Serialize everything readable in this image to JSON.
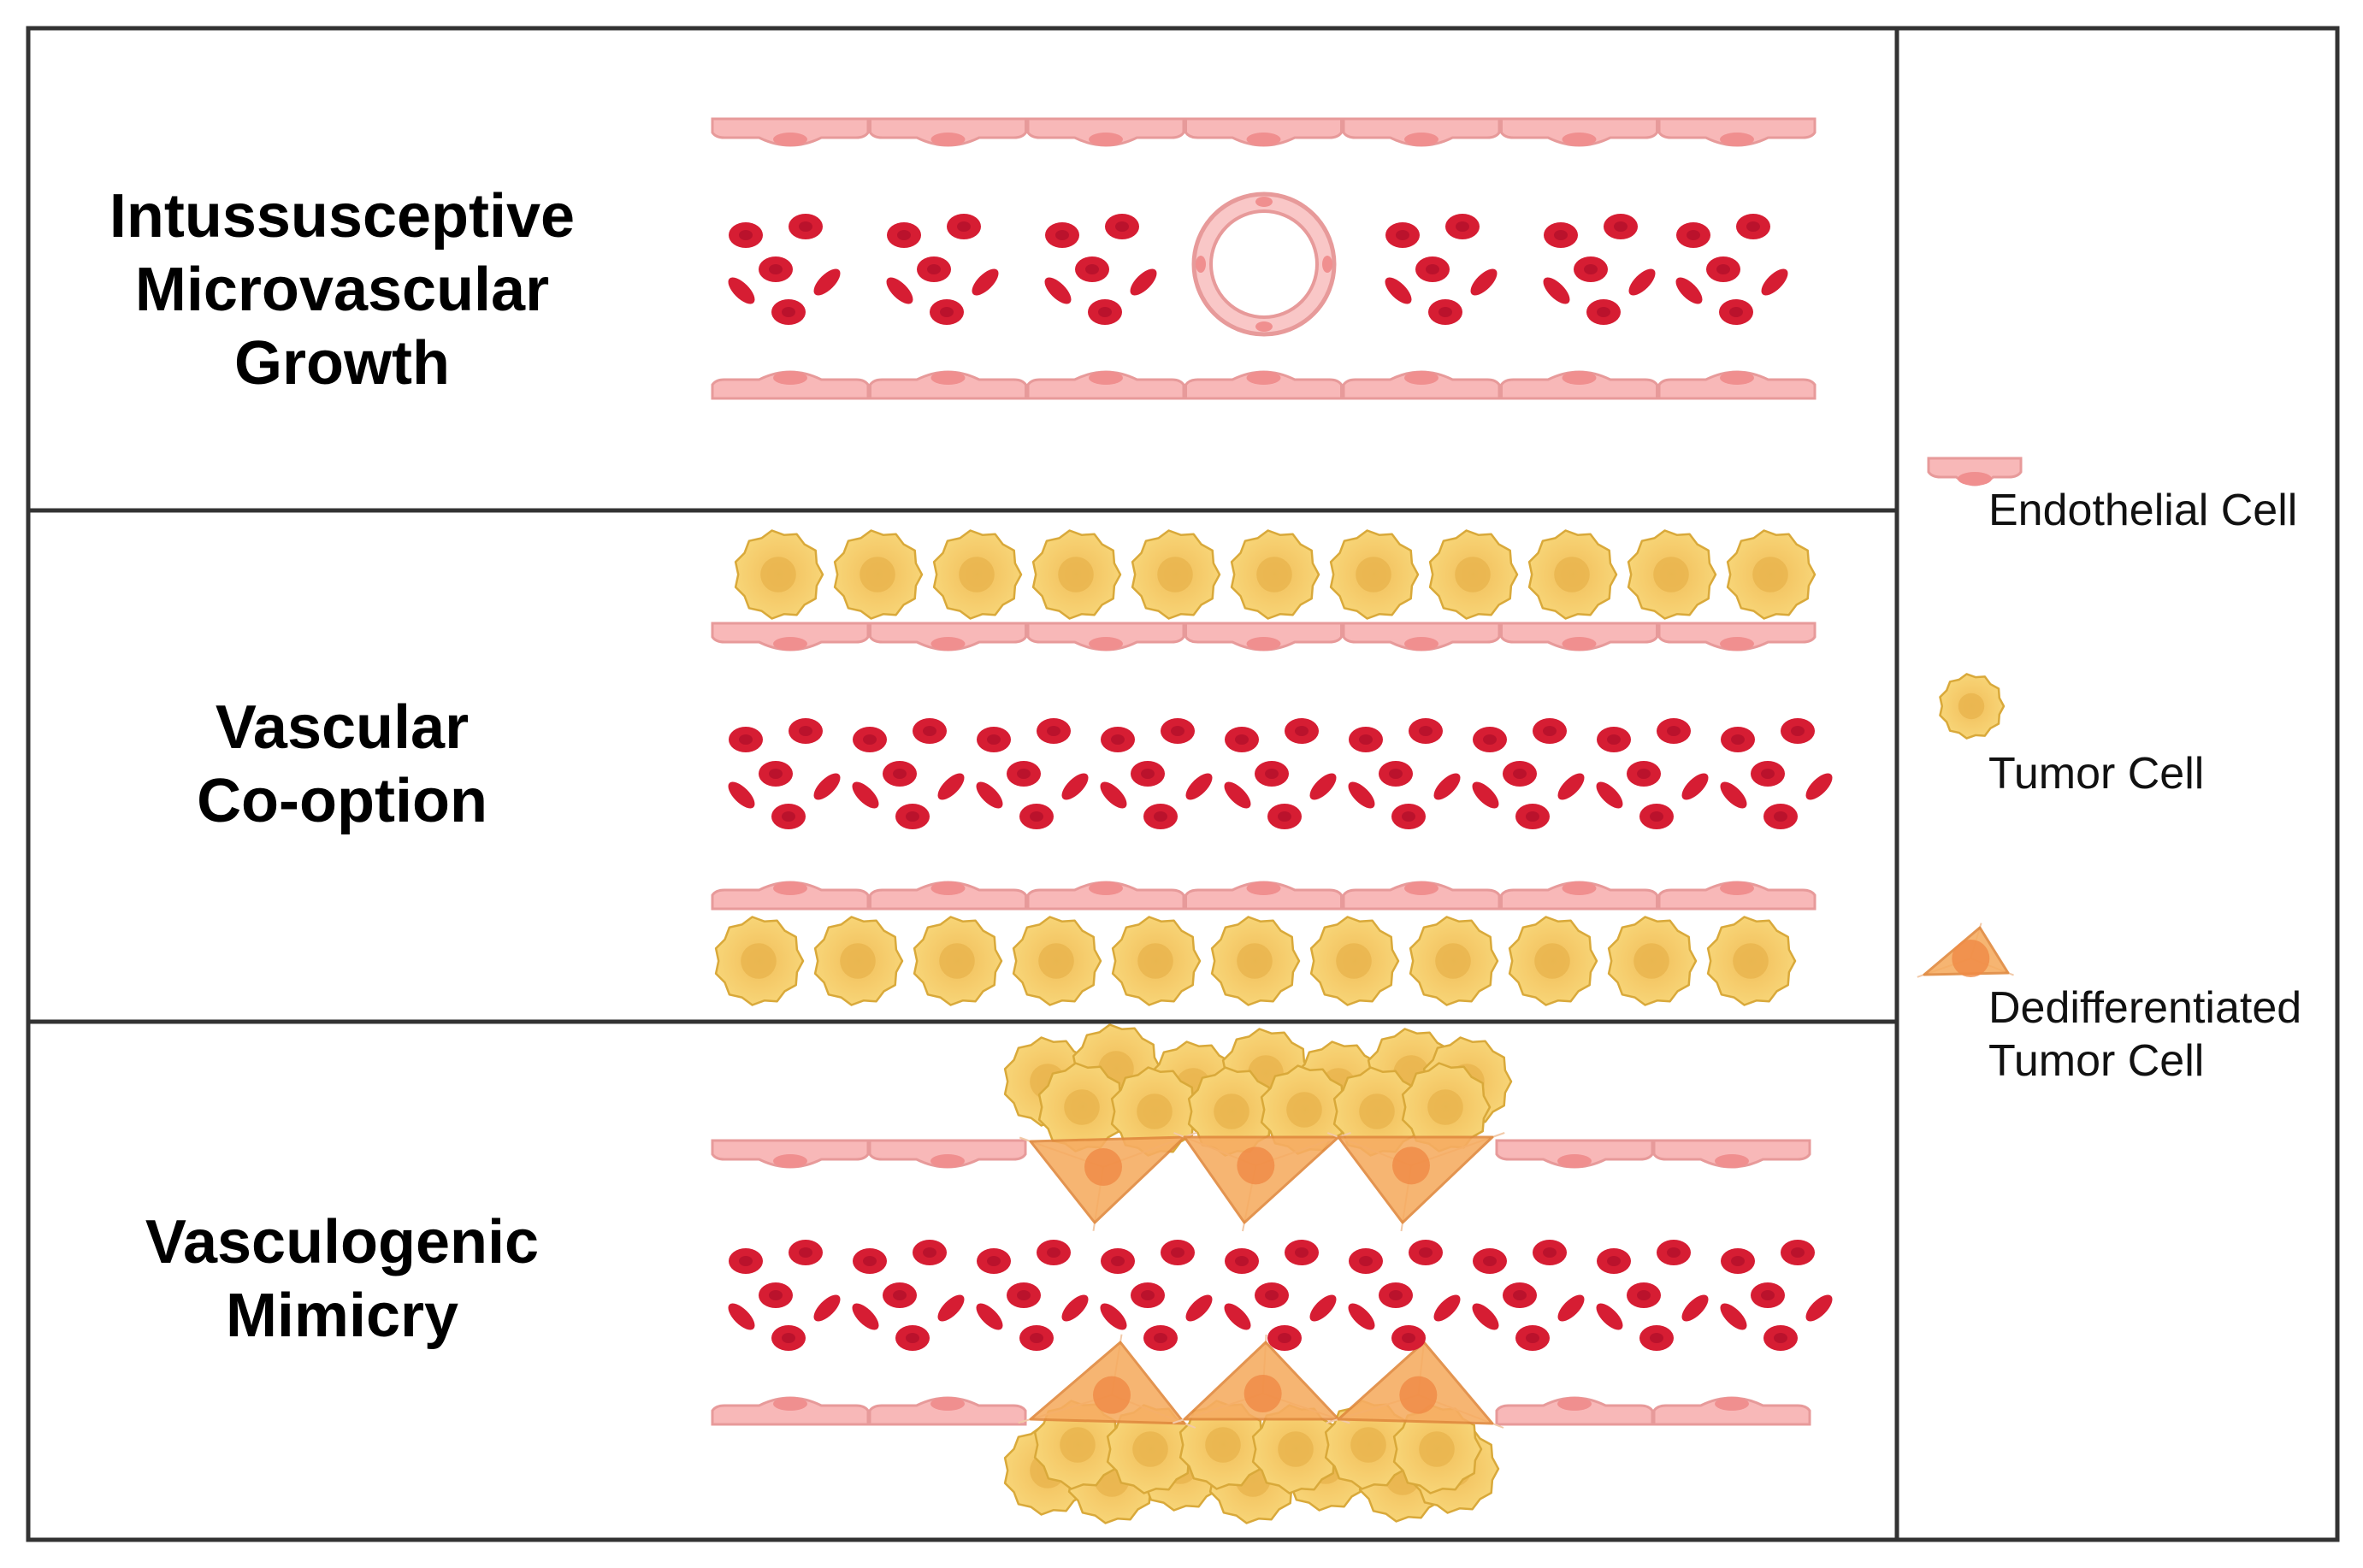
{
  "panels": [
    {
      "id": "intussusceptive",
      "label_lines": [
        "Intussusceptive",
        "Microvascular",
        "Growth"
      ]
    },
    {
      "id": "cooption",
      "label_lines": [
        "Vascular",
        "Co-option"
      ]
    },
    {
      "id": "mimicry",
      "label_lines": [
        "Vasculogenic",
        "Mimicry"
      ]
    }
  ],
  "legend": {
    "endothelial": "Endothelial Cell",
    "tumor": "Tumor Cell",
    "dediff_lines": [
      "Dedifferentiated",
      "Tumor Cell"
    ]
  },
  "colors": {
    "endothelial_fill": "#f8b8b8",
    "endothelial_stroke": "#e79a9a",
    "endothelial_nucleus": "#f08f8f",
    "rbc_fill": "#d61d33",
    "rbc_center": "#b3102a",
    "tumor_fill": "#f6cf68",
    "tumor_stroke": "#d9a93a",
    "tumor_nucleus": "#e9b54f",
    "dediff_fill": "#f6ad63",
    "dediff_stroke": "#e0893e",
    "border": "#333333"
  }
}
